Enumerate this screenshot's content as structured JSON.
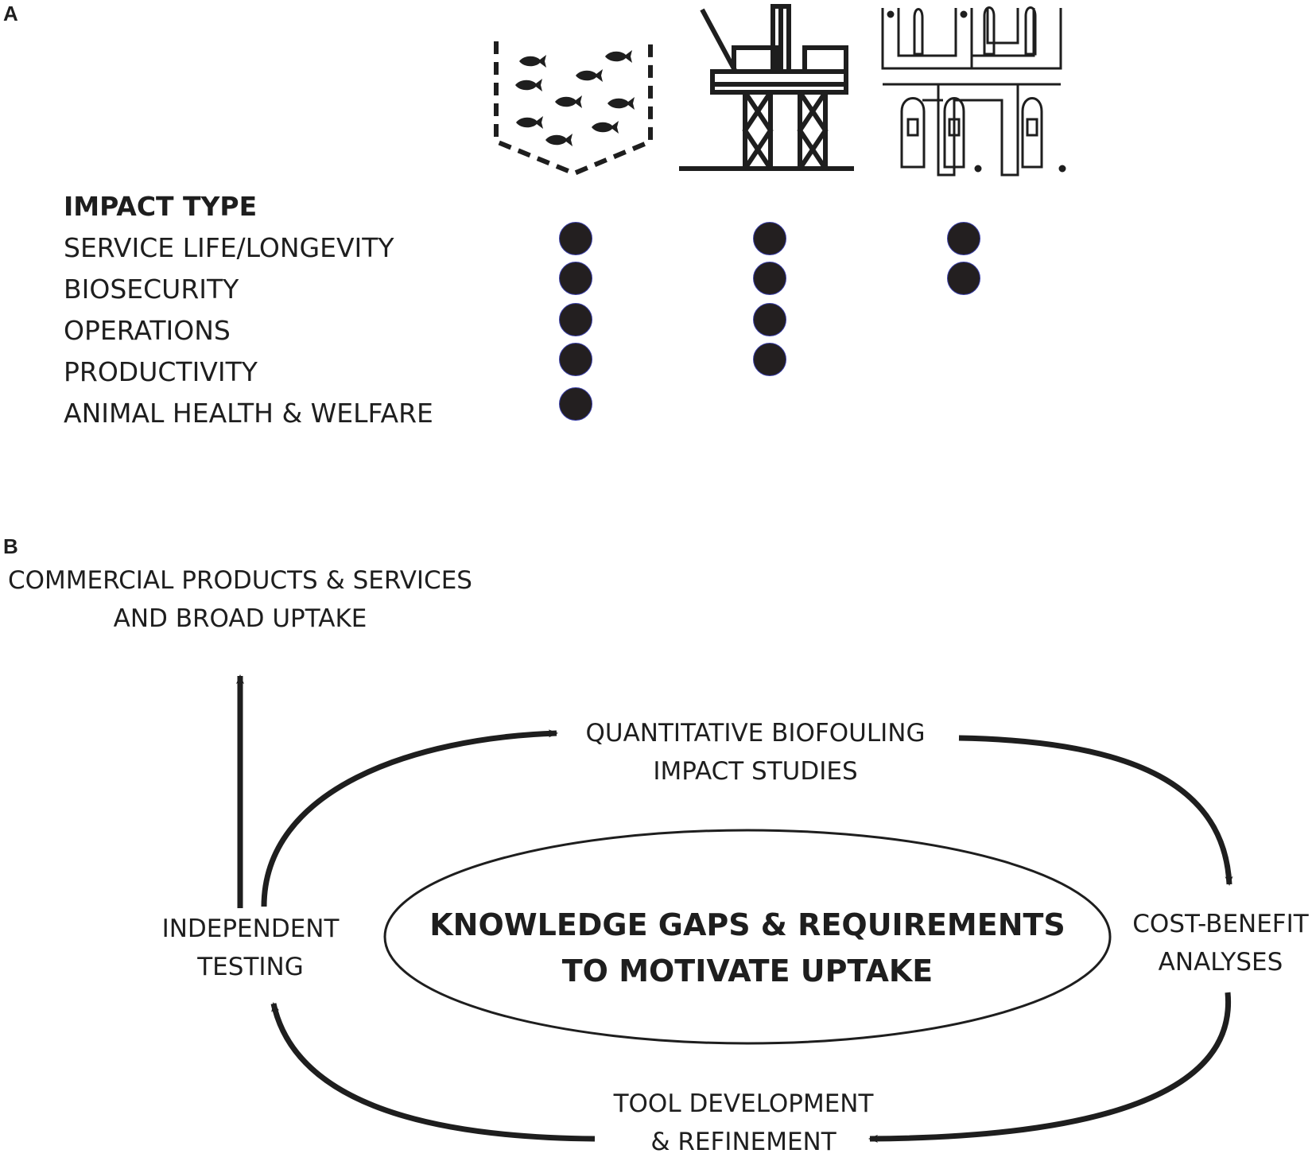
{
  "panel_a": {
    "letter": "A",
    "header": "IMPACT TYPE",
    "impact_types": [
      "SERVICE LIFE/LONGEVITY",
      "BIOSECURITY",
      "OPERATIONS",
      "PRODUCTIVITY",
      "ANIMAL HEALTH & WELFARE"
    ],
    "sector_icons": [
      "fish-pen-icon",
      "oil-platform-icon",
      "marina-icon"
    ],
    "matrix": [
      [
        true,
        true,
        true
      ],
      [
        true,
        true,
        true
      ],
      [
        true,
        true,
        false
      ],
      [
        true,
        true,
        false
      ],
      [
        true,
        false,
        false
      ]
    ],
    "dot_color": "#231f20"
  },
  "panel_b": {
    "letter": "B",
    "center": [
      "KNOWLEDGE GAPS & REQUIREMENTS",
      "TO MOTIVATE UPTAKE"
    ],
    "commercial": [
      "COMMERCIAL PRODUCTS & SERVICES",
      "AND BROAD UPTAKE"
    ],
    "quantitative": [
      "QUANTITATIVE BIOFOULING",
      "IMPACT STUDIES"
    ],
    "cost_benefit": [
      "COST-BENEFIT",
      "ANALYSES"
    ],
    "tool_dev": [
      "TOOL DEVELOPMENT",
      "& REFINEMENT"
    ],
    "independent": [
      "INDEPENDENT",
      "TESTING"
    ]
  }
}
